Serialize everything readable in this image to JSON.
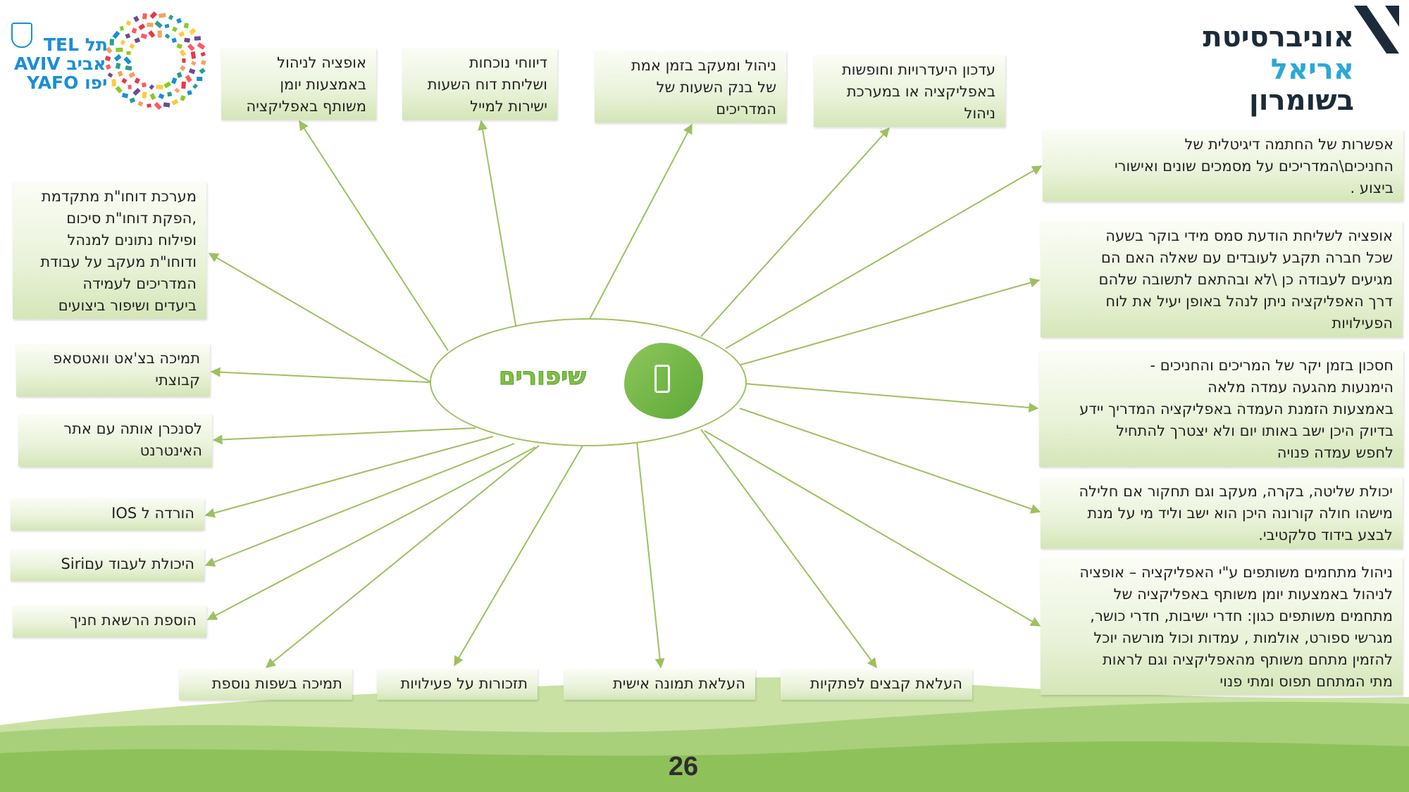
{
  "center": {
    "label": "שיפורים"
  },
  "logos": {
    "ariel": {
      "lines": [
        "אוניברסיטת",
        "אריאל",
        "בשומרון"
      ],
      "colors": [
        "#1c2b3a",
        "#2aa8d8",
        "#1c2b3a"
      ]
    },
    "tel_aviv": {
      "lines": [
        "TEL תל",
        "AVIV אביב",
        "YAFO יפו"
      ]
    }
  },
  "page_number": "26",
  "colors": {
    "connector": "#9cc15e",
    "accent_green": "#7fc045",
    "hill_light": "#c9e2a3",
    "hill_dark": "#8fc15a"
  },
  "improvements": {
    "top": [
      {
        "id": "top-1",
        "text": "אופציה לניהול\nבאמצעות יומן\nמשותף באפליקציה"
      },
      {
        "id": "top-2",
        "text": "דיווחי נוכחות\nושליחת דוח השעות\nישירות למייל"
      },
      {
        "id": "top-3",
        "text": "ניהול  ומעקב בזמן אמת\nשל בנק השעות של\nהמדריכים"
      },
      {
        "id": "top-4",
        "text": "עדכון היעדרויות וחופשות\nבאפליקציה או במערכת\nניהול"
      }
    ],
    "right": [
      {
        "id": "right-1",
        "text": " אפשרות של החתמה דיגיטלית  של\nהחניכים\\המדריכים על מסמכים שונים ואישורי\nביצוע ."
      },
      {
        "id": "right-2",
        "text": "אופציה לשליחת הודעת סמס מידי בוקר בשעה\nשכל חברה תקבע לעובדים עם שאלה האם הם\nמגיעים לעבודה כן \\לא ובהתאם לתשובה שלהם\nדרך האפליקציה ניתן לנהל באופן יעיל את לוח\nהפעילויות"
      },
      {
        "id": "right-3",
        "text": "חסכון בזמן יקר של המריכים והחניכים -\nהימנעות מהגעה עמדה מלאה\nבאמצעות הזמנת העמדה באפליקציה המדריך יידע\nבדיוק היכן ישב באותו יום ולא יצטרך להתחיל\nלחפש עמדה פנויה"
      },
      {
        "id": "right-4",
        "text": "יכולת שליטה, בקרה, מעקב וגם תחקור אם חלילה\nמישהו חולה קורונה היכן הוא ישב וליד מי על מנת\nלבצע בידוד סלקטיבי."
      },
      {
        "id": "right-5",
        "text": "ניהול מתחמים משותפים ע\"י האפליקציה – אופציה\nלניהול באמצעות יומן משותף באפליקציה של\nמתחמים משותפים כגון: חדרי ישיבות, חדרי כושר,\nמגרשי ספורט, אולמות , עמדות וכול מורשה יוכל\nלהזמין מתחם משותף מהאפליקציה וגם לראות\nמתי המתחם תפוס ומתי פנוי"
      }
    ],
    "bottom": [
      {
        "id": "bottom-1",
        "text": "העלאת קבצים לפתקיות"
      },
      {
        "id": "bottom-2",
        "text": "העלאת תמונה אישית"
      },
      {
        "id": "bottom-3",
        "text": "תזכורות על פעילויות"
      },
      {
        "id": "bottom-4",
        "text": "תמיכה בשפות נוספת"
      }
    ],
    "left": [
      {
        "id": "left-1",
        "text": "מערכת דוחו\"ת מתקדמת\n,הפקת דוחו\"ת סיכום\nופילוח נתונים למנהל\nודוחו\"ת מעקב על עבודת\nהמדריכים לעמידה\nביעדים ושיפור ביצועים"
      },
      {
        "id": "left-2",
        "text": "תמיכה בצ'אט וואטסאפ\nקבוצתי"
      },
      {
        "id": "left-3",
        "text": "לסנכרן אותה עם אתר\nהאינטרנט"
      },
      {
        "id": "left-4",
        "text": "הורדה ל IOS"
      },
      {
        "id": "left-5",
        "text": "היכולת לעבוד עםSiri"
      },
      {
        "id": "left-6",
        "text": "הוספת הרשאת חניך"
      }
    ]
  }
}
